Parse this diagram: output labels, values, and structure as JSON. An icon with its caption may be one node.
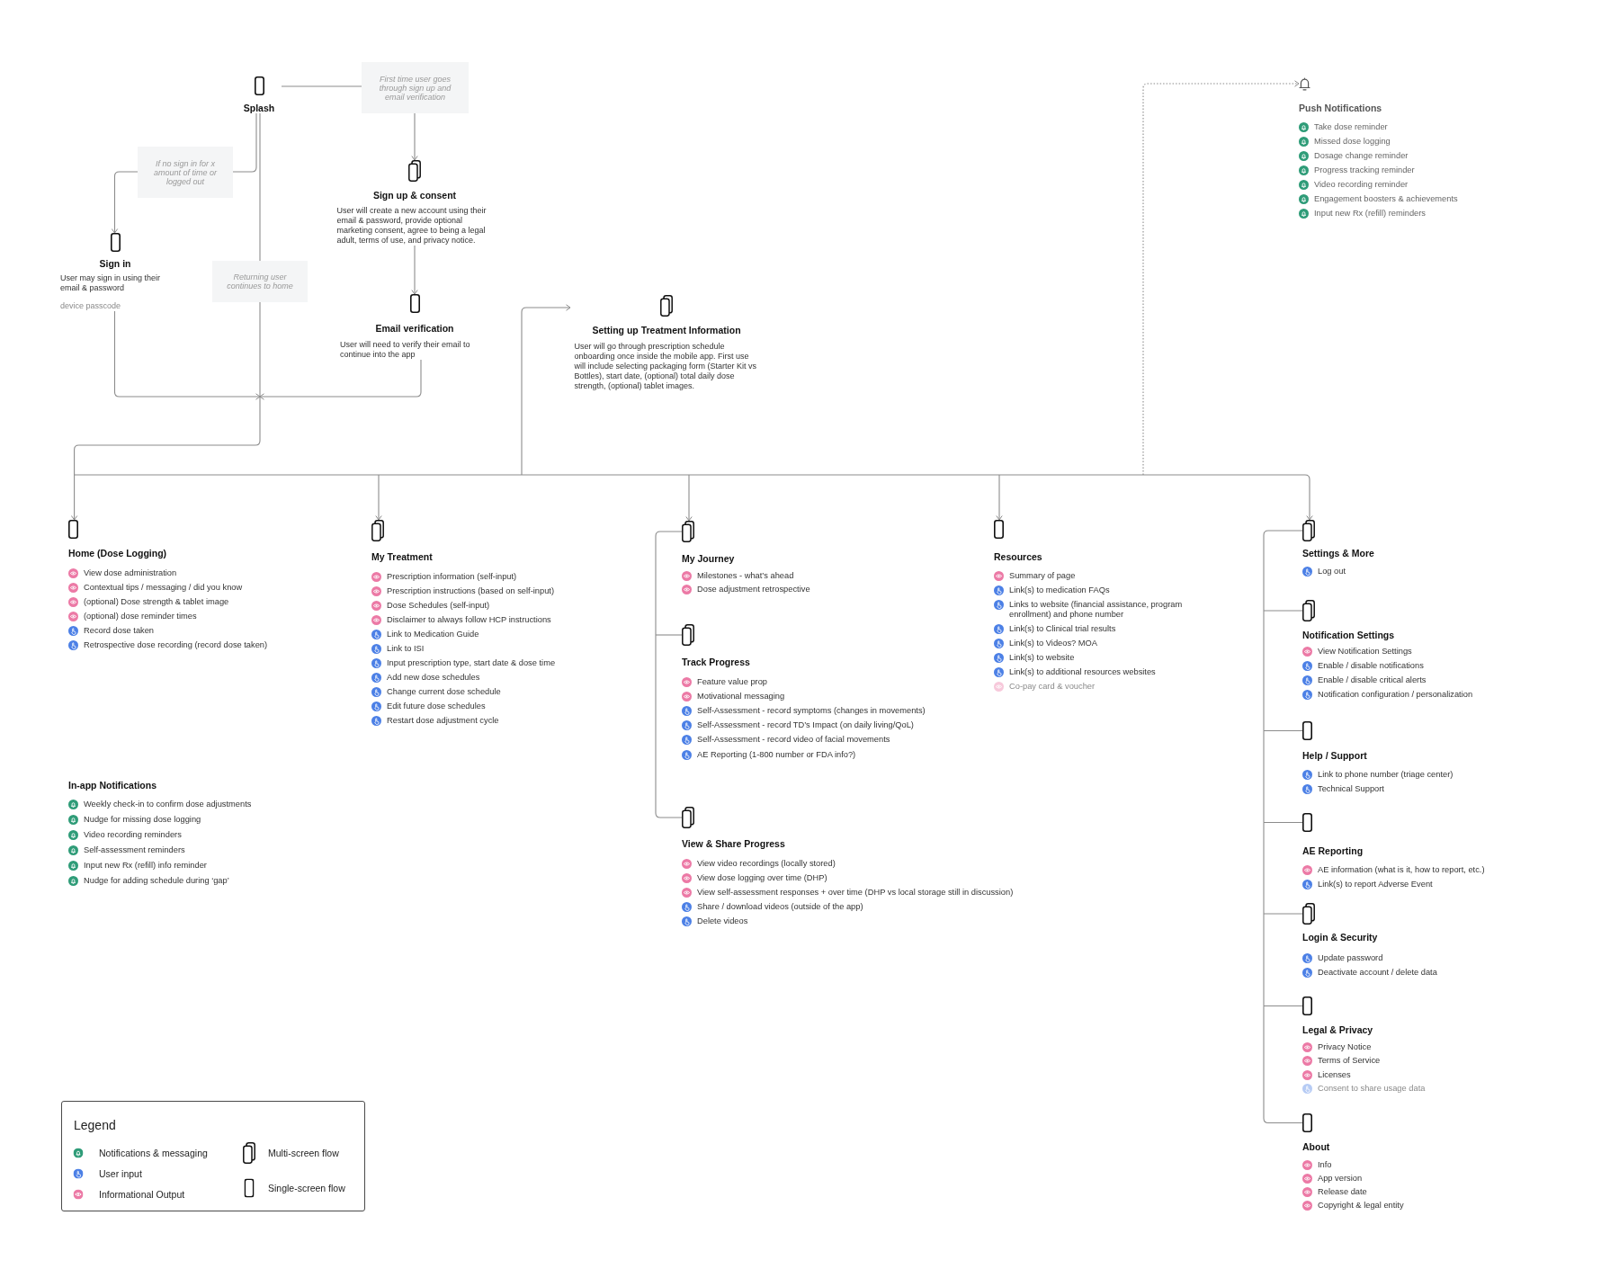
{
  "diagram": {
    "nodes": [
      {
        "text": [
          "Splash"
        ]
      },
      {
        "text": [
          "Sign up & consent",
          "User will create a new account using their email & password, provide optional marketing consent, agree to being a legal adult, terms of use, and privacy notice."
        ]
      },
      {
        "text": [
          "Sign in",
          "User may sign in using their email & password",
          "device passcode"
        ]
      },
      {
        "text": [
          "Email verification",
          "User will need to verify their email to continue into the app"
        ]
      },
      {
        "text": [
          "Setting up Treatment Information",
          "User will go through prescription schedule onboarding once inside the mobile app. First use will include selecting packaging form (Starter Kit vs Bottles), start date, (optional) total daily dose strength, (optional) tablet images."
        ]
      },
      {
        "text": [
          "Push Notifications",
          "Take dose reminder",
          "Missed dose logging",
          "Dosage change reminder",
          "Progress tracking reminder",
          "Video recording reminder",
          "Engagement boosters & achievements",
          "Input new Rx (refill) reminders"
        ]
      },
      {
        "text": [
          "Home (Dose Logging)",
          "View dose administration",
          "Contextual tips / messaging / did you know",
          "(optional) Dose strength & tablet image",
          "(optional) dose reminder times",
          "Record dose taken",
          "Retrospective dose recording (record dose taken)"
        ]
      },
      {
        "text": [
          "My Treatment",
          "Prescription information (self-input)",
          "Prescription instructions (based on self-input)",
          "Dose Schedules (self-input)",
          "Disclaimer to always follow HCP instructions",
          "Link to Medication Guide",
          "Link to ISI",
          "Input prescription type, start date & dose time",
          "Add new dose schedules",
          "Change current dose schedule",
          "Edit future dose schedules",
          "Restart dose adjustment cycle"
        ]
      },
      {
        "text": [
          "In-app Notifications",
          "Weekly check-in to confirm dose adjustments",
          "Nudge for missing dose logging",
          "Video recording reminders",
          "Self-assessment reminders",
          "Input new Rx (refill) info reminder",
          "Nudge for adding schedule during ‘gap’"
        ]
      },
      {
        "text": [
          "My Journey",
          "Milestones - what’s ahead",
          "Dose adjustment retrospective"
        ]
      },
      {
        "text": [
          "Track Progress",
          "Feature value prop",
          "Motivational messaging",
          "Self-Assessment - record symptoms (changes in movements)",
          "Self-Assessment - record TD’s Impact (on daily living/QoL)",
          "Self-Assessment - record video of facial movements",
          "AE Reporting (1-800 number or FDA info?)"
        ]
      },
      {
        "text": [
          "View & Share Progress",
          "View video recordings (locally stored)",
          "View dose logging over time (DHP)",
          "View self-assessment responses + over time (DHP vs local storage still in discussion)",
          "Share / download videos (outside of the app)",
          "Delete videos"
        ]
      },
      {
        "text": [
          "Resources",
          "Summary of page",
          "Link(s) to medication FAQs",
          "Links to website (financial assistance, program enrollment) and phone number",
          "Link(s) to Clinical trial results",
          "Link(s) to Videos? MOA",
          "Link(s) to website",
          "Link(s) to additional resources websites",
          "Co-pay card & voucher"
        ]
      },
      {
        "text": [
          "Settings & More",
          "Log out"
        ]
      },
      {
        "text": [
          "Notification Settings",
          "View Notification Settings",
          "Enable / disable notifications",
          "Enable / disable critical alerts",
          "Notification configuration / personalization"
        ]
      },
      {
        "text": [
          "Help / Support",
          "Link to phone number (triage center)",
          "Technical Support"
        ]
      },
      {
        "text": [
          "AE Reporting",
          "AE information (what is it, how to report, etc.)",
          "Link(s) to report Adverse Event"
        ]
      },
      {
        "text": [
          "Login & Security",
          "Update password",
          "Deactivate account / delete data"
        ]
      },
      {
        "text": [
          "Legal & Privacy",
          "Privacy Notice",
          "Terms of Service",
          "Licenses",
          "Consent to share usage data"
        ]
      },
      {
        "text": [
          "About",
          "Info",
          "App version",
          "Release date",
          "Copyright & legal entity"
        ]
      }
    ],
    "edges": [
      {
        "from": 0,
        "to": 1,
        "arrow": "to",
        "label": "First time user goes through sign up and email verification"
      },
      {
        "from": 0,
        "to": 2,
        "arrow": "to",
        "label": "If no sign in for x amount of time or logged out"
      },
      {
        "from": 1,
        "to": 3,
        "arrow": "to"
      },
      {
        "from": 0,
        "to": 6,
        "arrow": "to",
        "label": "Returning user continues to home"
      },
      {
        "from": 0,
        "to": 4,
        "arrow": "to"
      },
      {
        "from": 0,
        "to": 7,
        "arrow": "to"
      },
      {
        "from": 0,
        "to": 9,
        "arrow": "to"
      },
      {
        "from": 0,
        "to": 12,
        "arrow": "to"
      },
      {
        "from": 0,
        "to": 13,
        "arrow": "to"
      },
      {
        "from": 0,
        "to": 5,
        "arrow": "to",
        "style": "dashed"
      },
      {
        "from": 2,
        "to": 6,
        "arrow": "to"
      },
      {
        "from": 2,
        "to": 4,
        "arrow": "to"
      },
      {
        "from": 2,
        "to": 7,
        "arrow": "to"
      },
      {
        "from": 2,
        "to": 9,
        "arrow": "to"
      },
      {
        "from": 2,
        "to": 12,
        "arrow": "to"
      },
      {
        "from": 2,
        "to": 13,
        "arrow": "to"
      },
      {
        "from": 2,
        "to": 5,
        "arrow": "to",
        "style": "dashed"
      },
      {
        "from": 3,
        "to": 6,
        "arrow": "to"
      },
      {
        "from": 3,
        "to": 4,
        "arrow": "to"
      },
      {
        "from": 3,
        "to": 7,
        "arrow": "to"
      },
      {
        "from": 3,
        "to": 9,
        "arrow": "to"
      },
      {
        "from": 3,
        "to": 12,
        "arrow": "to"
      },
      {
        "from": 3,
        "to": 13,
        "arrow": "to"
      },
      {
        "from": 3,
        "to": 5,
        "arrow": "to",
        "style": "dashed"
      },
      {
        "from": 9,
        "to": 10,
        "arrow": "none"
      },
      {
        "from": 9,
        "to": 11,
        "arrow": "none"
      },
      {
        "from": 13,
        "to": 14,
        "arrow": "none"
      },
      {
        "from": 13,
        "to": 15,
        "arrow": "none"
      },
      {
        "from": 13,
        "to": 16,
        "arrow": "none"
      },
      {
        "from": 13,
        "to": 17,
        "arrow": "none"
      },
      {
        "from": 13,
        "to": 18,
        "arrow": "none"
      },
      {
        "from": 13,
        "to": 19,
        "arrow": "none"
      }
    ],
    "labels": [
      "Legend"
    ],
    "legend": [
      {
        "text": "Notifications & messaging",
        "color": "#2f9c78"
      },
      {
        "text": "User input",
        "color": "#4c80e6"
      },
      {
        "text": "Informational Output",
        "color": "#ec7aa6"
      },
      {
        "text": "Multi-screen flow"
      },
      {
        "text": "Single-screen flow"
      }
    ]
  }
}
